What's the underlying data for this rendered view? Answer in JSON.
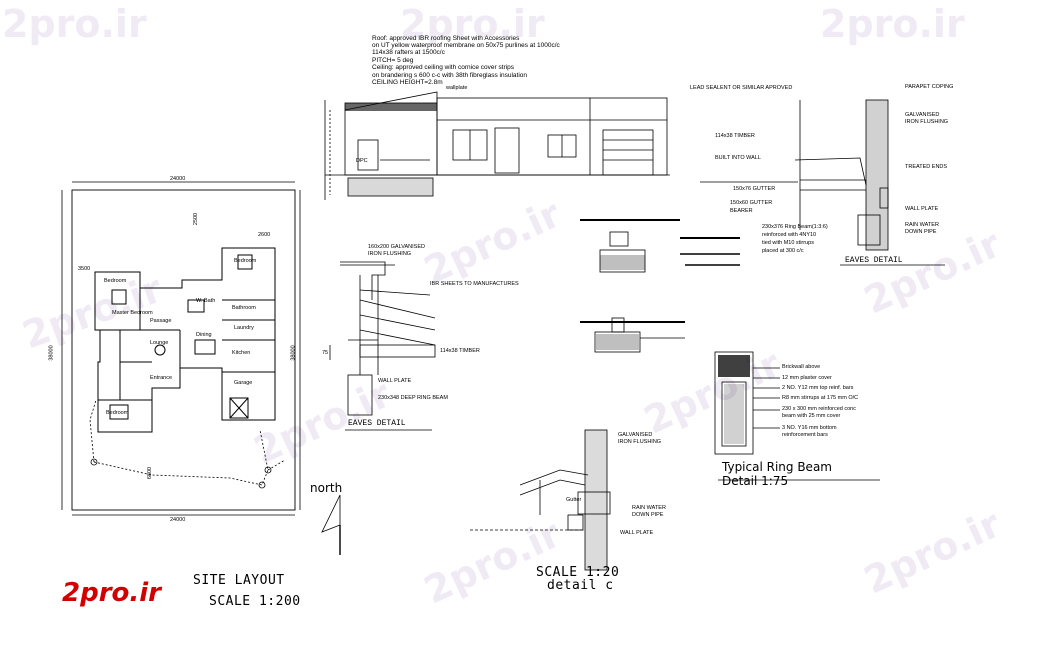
{
  "watermark": "2pro.ir",
  "logo": "2pro.ir",
  "roof_notes": [
    "Roof: approved IBR roofing Sheet with Accessories",
    "on UT yellow waterproof membrane on 50x75 purlines at 1000c/c",
    "114x38 rafters at 1500c/c",
    "PITCH= 5 deg",
    "Ceiling: approved ceiling with cornice cover strips",
    "on brandering s 600 c-c with 38th fibreglass insulation",
    "CEILING HEIGHT=2.8m"
  ],
  "elevation": {
    "wallplate": "wallplate",
    "dpc": "DPC"
  },
  "site_layout": {
    "dims": {
      "top": "24000",
      "bottom": "24000",
      "left": "38000",
      "right": "38000",
      "d1": "2500",
      "d2": "2600",
      "d3": "3500",
      "d4": "6800"
    },
    "rooms": [
      "Bedroom",
      "Master Bedroom",
      "Bedroom",
      "W. Bath",
      "Bathroom",
      "Bedroom",
      "Lounge",
      "Laundry",
      "Kitchen",
      "Garage",
      "Dining",
      "Entrance",
      "Passage"
    ],
    "title": "SITE LAYOUT",
    "scale": "SCALE 1:200",
    "north": "north"
  },
  "eaves_left": {
    "labels": [
      "160x200 GALVANISED",
      "IRON FLUSHING",
      "IBR SHEETS TO MANUFACTURES",
      "114x38 TIMBER",
      "WALL PLATE",
      "230x348 DEEP RING BEAM"
    ],
    "dim": "75",
    "title": "EAVES DETAIL"
  },
  "eaves_right": {
    "labels": [
      "LEAD SEALENT OR SIMILAR APROVED",
      "PARAPET COPING",
      "GALVANISED",
      "IRON FLUSHING",
      "114x38 TIMBER",
      "BUILT INTO WALL",
      "TREATED ENDS",
      "150x76 GUTTER",
      "WALL PLATE",
      "150x60 GUTTER",
      "BEARER",
      "RAIN WATER",
      "DOWN PIPE",
      "230x376 Ring Beam(1:3:6)",
      "reinforced with 4NY10",
      "tied with M10 stirrups",
      "placed at 300 c/c"
    ],
    "title": "EAVES DETAIL"
  },
  "detail_c": {
    "labels": [
      "GALVANISED",
      "IRON FLUSHING",
      "RAIN WATER",
      "DOWN PIPE",
      "WALL PLATE",
      "Gutter"
    ],
    "title": "SCALE 1:20",
    "subtitle": "detail c"
  },
  "ring_beam": {
    "labels": [
      "Brickwall above",
      "12 mm plaster cover",
      "2 NO. Y12 mm top reinf. bars",
      "R8 mm stirrups at 175 mm O/C",
      "230 x 300 mm reinforced conc",
      "beam with 25 mm cover",
      "3 NO. Y16 mm bottom",
      "reinforcement bars"
    ],
    "title": "Typical Ring Beam",
    "detail": "Detail 1:75"
  }
}
